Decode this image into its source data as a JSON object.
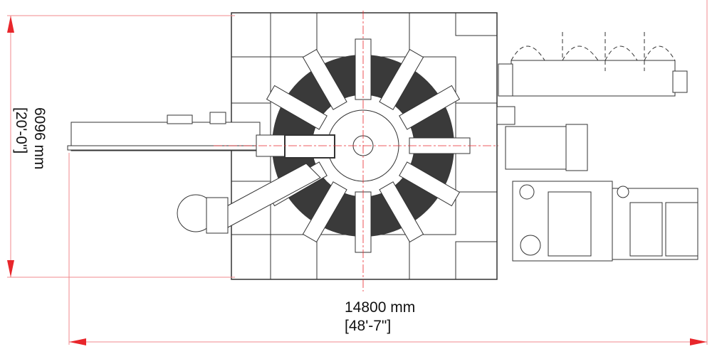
{
  "drawing": {
    "title": "Rotary machine layout plan view",
    "colors": {
      "dimension": "#e8262b",
      "line": "#333333",
      "ring": "#2a2a2a",
      "centerline": "#e8262b"
    }
  },
  "dimensions": {
    "height": {
      "metric": "6096 mm",
      "imperial": "[20'-0\"]"
    },
    "width": {
      "metric": "14800 mm",
      "imperial": "[48'-7\"]"
    }
  },
  "carousel": {
    "arm_count": 12
  }
}
